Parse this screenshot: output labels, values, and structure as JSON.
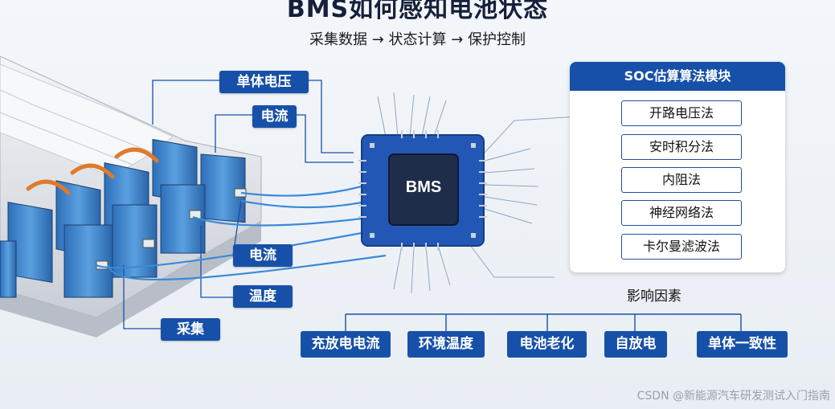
{
  "title": "BMS如何感知电池状态",
  "subtitle": "采集数据 → 状态计算 → 保护控制",
  "chip_label": "BMS",
  "labels": {
    "cell_voltage": "单体电压",
    "current_top": "电流",
    "current_bottom": "电流",
    "temperature": "温度",
    "sampling": "采集"
  },
  "soc_panel": {
    "title": "SOC估算算法模块",
    "methods": [
      "开路电压法",
      "安时积分法",
      "内阻法",
      "神经网络法",
      "卡尔曼滤波法"
    ]
  },
  "factors": {
    "title": "影响因素",
    "items": [
      "充放电电流",
      "环境温度",
      "电池老化",
      "自放电",
      "单体一致性"
    ]
  },
  "watermark": "CSDN @新能源汽车研发测试入门指南",
  "colors": {
    "accent": "#1750a8",
    "chip": "#2257b5",
    "cell": "#3f86cf"
  }
}
